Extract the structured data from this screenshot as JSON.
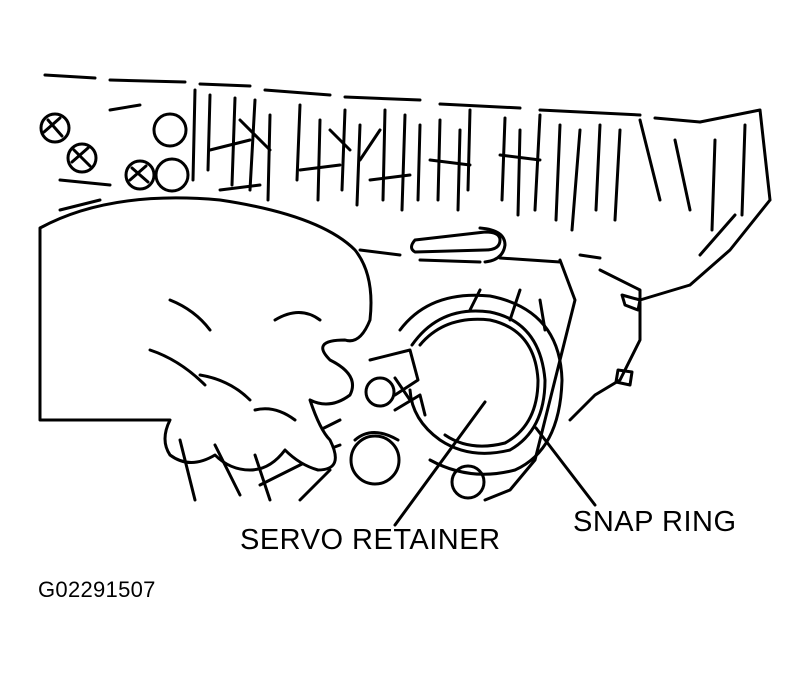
{
  "labels": {
    "servo_retainer": "SERVO RETAINER",
    "snap_ring": "SNAP RING",
    "figure_code": "G02291507"
  },
  "colors": {
    "ink": "#000000",
    "paper": "#ffffff"
  }
}
